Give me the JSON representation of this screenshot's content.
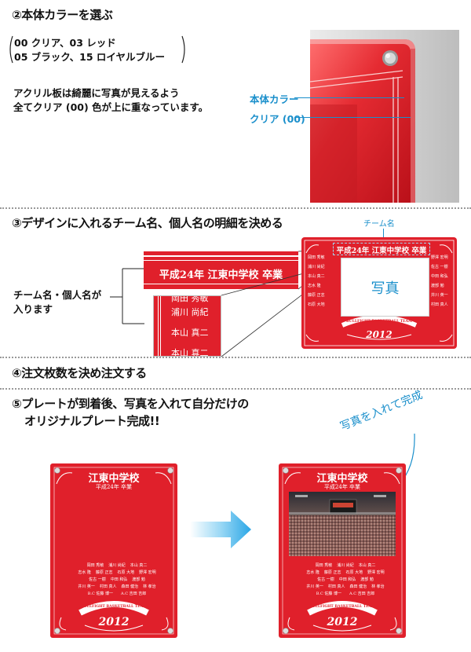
{
  "step2": {
    "title": "②本体カラーを選ぶ",
    "colors_line1": "00 クリア、03 レッド",
    "colors_line2": "05 ブラック、15 ロイヤルブルー",
    "desc_line1": "アクリル板は綺麗に写真が見えるよう",
    "desc_line2": "全てクリア (00) 色が上に重なっています。",
    "label_body": "本体カラー",
    "label_clear": "クリア (00)"
  },
  "step3": {
    "title": "③デザインに入れるチーム名、個人名の明細を決める",
    "side_line1": "チーム名・個人名が",
    "side_line2": "入ります",
    "team_callout": "チーム名",
    "banner": "平成24年 江東中学校 卒業",
    "zoom_names": [
      "岡田 秀敏",
      "浦川 尚紀",
      "本山 真二",
      "本山 真二"
    ],
    "photo_label": "写真",
    "left_names": [
      "岡田 秀敏",
      "浦川 尚紀",
      "本山 真二",
      "志水 隆",
      "藤原 正志",
      "石原 大地"
    ],
    "right_names": [
      "野澤 宏明",
      "佐古 一樹",
      "中田 和弘",
      "渡部 勉",
      "井川 英一",
      "村田 真人"
    ],
    "arc_text": "BULLFIGHT BASKETBALL TEAM",
    "year": "2012"
  },
  "step4": {
    "title": "④注文枚数を決め注文する"
  },
  "step5": {
    "title_line1": "⑤プレートが到着後、写真を入れて自分だけの",
    "title_line2": "オリジナルプレート完成!!",
    "callout": "写真を入れて完成",
    "plate_school": "江東中学校",
    "plate_grad": "平成24年 卒業",
    "names_rows": [
      [
        "岡田 秀敏",
        "浦川 尚紀",
        "本山 真二"
      ],
      [
        "志水 隆",
        "藤原 正志",
        "石原 大地",
        "野澤 宏明"
      ],
      [
        "佐古 一樹",
        "中田 和弘",
        "渡部 勉"
      ],
      [
        "井川 英一",
        "村田 真人",
        "森田 健治",
        "林 孝治"
      ],
      [
        "B.C 佐藤 博一",
        "A.C 吉田 吉郎"
      ]
    ],
    "arc_text": "BULLFIGHT BASKETBALL TEAM",
    "year": "2012"
  },
  "colors": {
    "red": "#e0202b",
    "cyan": "#1a8fcb",
    "arrow": "#2aa6e6"
  }
}
